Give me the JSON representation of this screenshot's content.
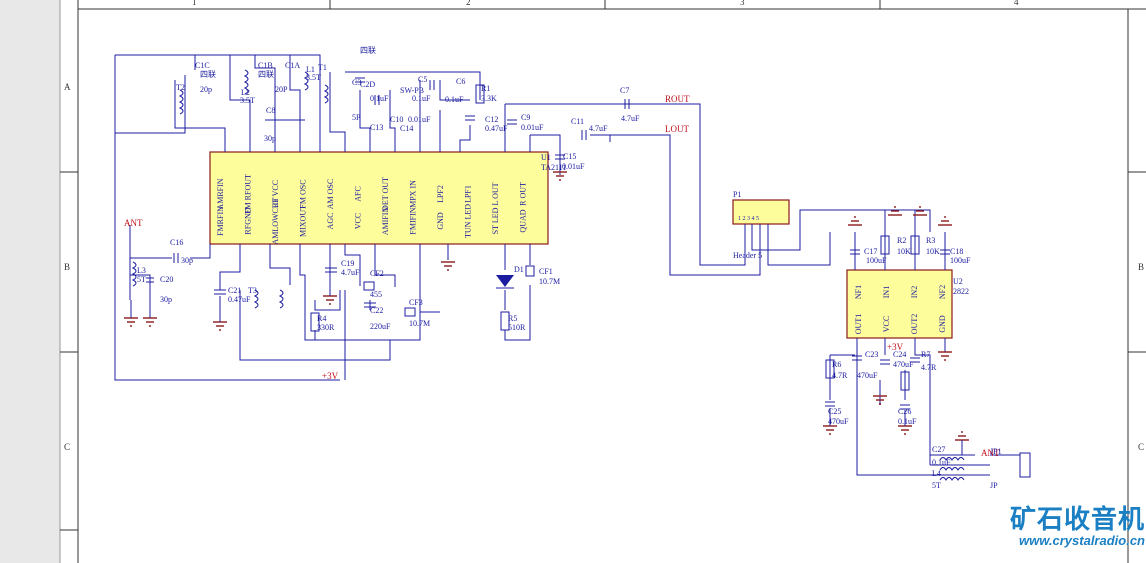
{
  "colors": {
    "wire": "#1c1ca0",
    "chip": "#fdfd9c",
    "chipBorder": "#8b1a1a",
    "red": "#c0101c",
    "ground": "#8b1a1a",
    "accent": "#1b7fc3"
  },
  "border": {
    "cols": [
      "1",
      "2",
      "3",
      "4"
    ],
    "rows": [
      "A",
      "B",
      "C"
    ]
  },
  "u1": {
    "ref": "U1",
    "part": "TA2111",
    "topPins": [
      "AMRFIN",
      "FM RFOUT",
      "RF VCC",
      "FM OSC",
      "AM OSC",
      "AFC",
      "DET OUT",
      "MPX IN",
      "LPF2",
      "LPF1",
      "L OUT",
      "R OUT"
    ],
    "bottomPins": [
      "FMRFIN",
      "RFGND",
      "AMLOWCUT",
      "MIXOUT",
      "AGC",
      "VCC",
      "AMIFIN",
      "FMIFIN",
      "GND",
      "TUN LED",
      "ST LED",
      "QUAD"
    ]
  },
  "u2": {
    "ref": "U2",
    "part": "2822",
    "topPins": [
      "NF1",
      "IN1",
      "IN2",
      "NF2"
    ],
    "bottomPins": [
      "OUT1",
      "VCC",
      "OUT2",
      "GND"
    ]
  },
  "labels": {
    "ant": "ANT",
    "ant2": "ANT",
    "v3a": "+3V",
    "v3b": "+3V",
    "rout": "ROUT",
    "lout": "LOUT",
    "p1": "P1",
    "header": "Header 5",
    "sw": "SW-PB",
    "jp1": "JP1",
    "jp": "JP",
    "d1": "D1",
    "siLian1": "四联",
    "siLian2": "四联",
    "siLian3": "四联"
  },
  "components": [
    "C1C",
    "20p",
    "C1B",
    "20P",
    "C1A",
    "T2",
    "L2",
    "3.5T",
    "L1",
    "3.5T",
    "T1",
    "C8",
    "30p",
    "C3",
    "C2D",
    "0.1uF",
    "5P",
    "C13",
    "C10",
    "C14",
    "C5",
    "0.1uF",
    "C6",
    "0.1uF",
    "0.01uF",
    "R1",
    "3.3K",
    "C12",
    "0.47uF",
    "C9",
    "0.01uF",
    "C11",
    "4.7uF",
    "C7",
    "4.7uF",
    "C15",
    "0.01uF",
    "C16",
    "30p",
    "L3",
    "5T",
    "C20",
    "30p",
    "C21",
    "0.47uF",
    "T3",
    "R4",
    "330R",
    "C19",
    "4.7uF",
    "CF2",
    "455",
    "C22",
    "220uF",
    "CF3",
    "10.7M",
    "R5",
    "510R",
    "CF1",
    "10.7M",
    "C17",
    "100uF",
    "R2",
    "10K",
    "R3",
    "10K",
    "C18",
    "100uF",
    "R6",
    "4.7R",
    "C23",
    "470uF",
    "C24",
    "470uF",
    "R7",
    "4.7R",
    "C25",
    "470uF",
    "C26",
    "0.1uF",
    "C27",
    "0.1uF",
    "L4",
    "5T",
    "5T",
    "5T"
  ],
  "watermark": {
    "cn": "矿石收音机",
    "url": "www.crystalradio.cn"
  }
}
